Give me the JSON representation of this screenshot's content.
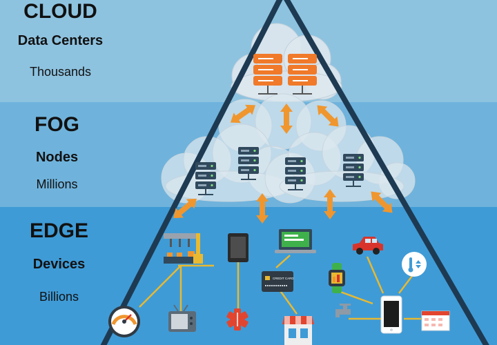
{
  "tiers": {
    "cloud": {
      "title": "CLOUD",
      "subtitle": "Data Centers",
      "count": "Thousands"
    },
    "fog": {
      "title": "FOG",
      "subtitle": "Nodes",
      "count": "Millions"
    },
    "edge": {
      "title": "EDGE",
      "subtitle": "Devices",
      "count": "Billions"
    }
  },
  "device_labels": {
    "credit_card": "CREDIT CARD"
  },
  "colors": {
    "cloud_band": "#8ec3e0",
    "fog_band": "#6fb3dc",
    "edge_band": "#3f9bd6",
    "pyramid_outline": "#1d3a52",
    "arrow": "#f0962e",
    "server_body": "#31495c",
    "database": "#f07a2a",
    "connector": "#e8b931"
  },
  "icons": [
    "cloud-icon",
    "database-icon",
    "server-icon",
    "bidirectional-arrow-icon",
    "factory-robot-arm-icon",
    "tablet-icon",
    "laptop-icon",
    "car-icon",
    "thermostat-icon",
    "credit-card-icon",
    "smartwatch-icon",
    "speedometer-icon",
    "tv-icon",
    "medical-icon",
    "store-icon",
    "water-tap-icon",
    "smartphone-icon",
    "calendar-icon"
  ]
}
